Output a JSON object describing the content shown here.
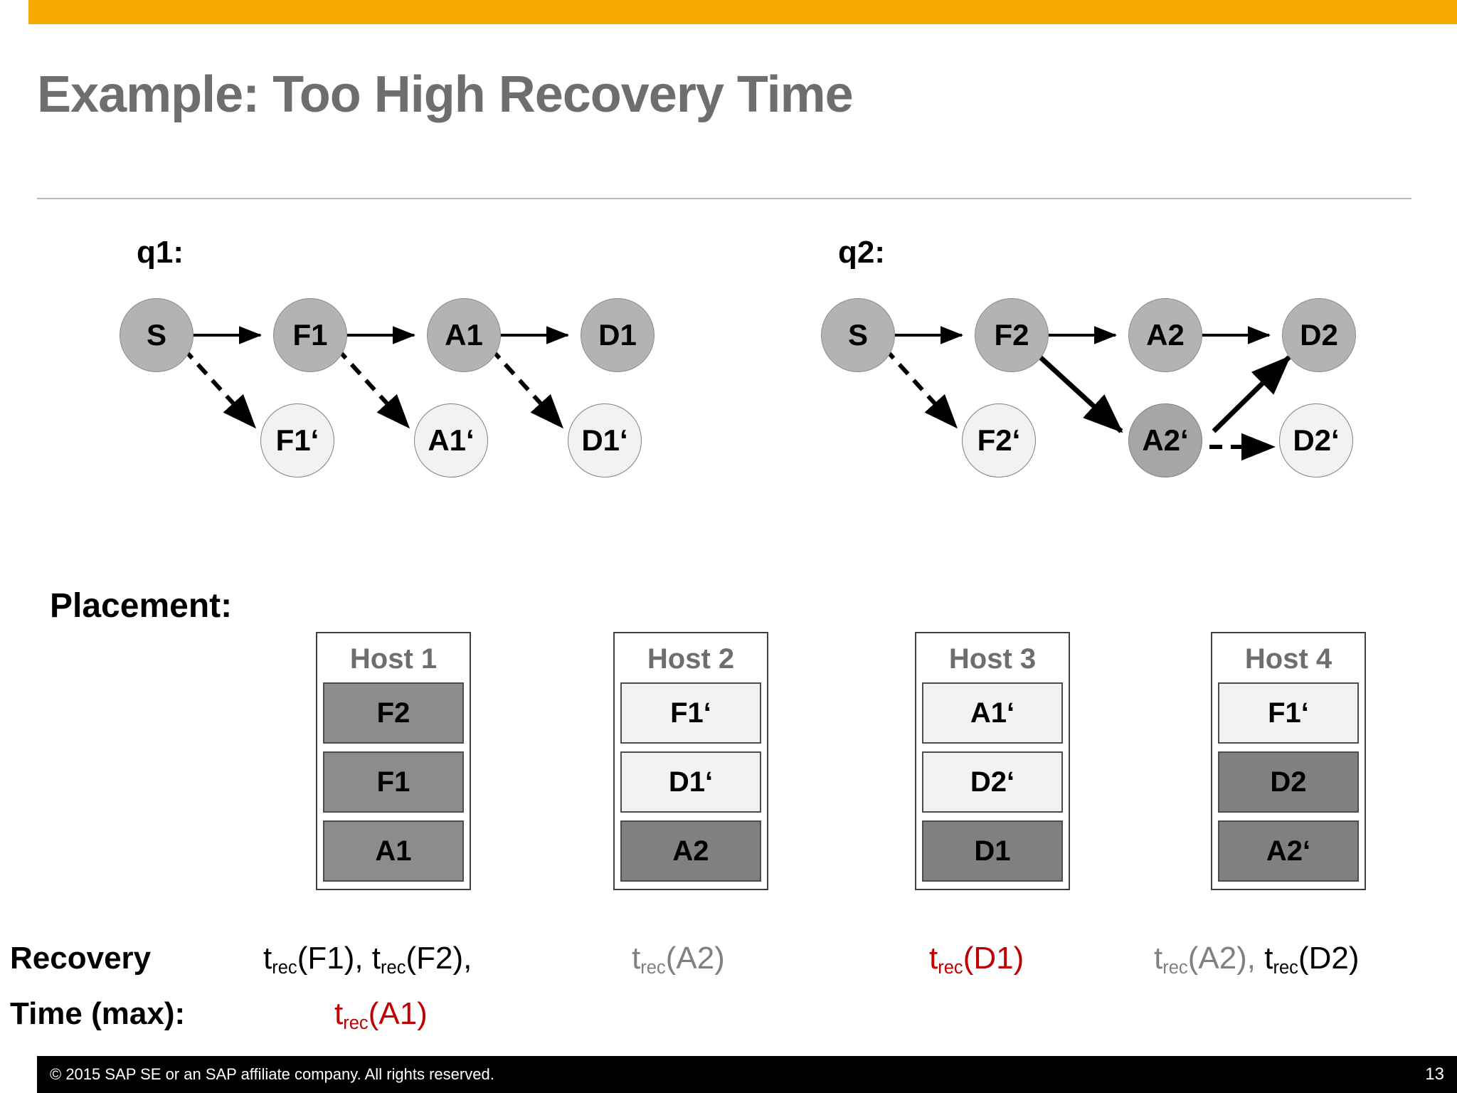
{
  "slide": {
    "title": "Example: Too High Recovery Time",
    "accent_color": "#f5a800",
    "title_color": "#6e6e6e"
  },
  "graphs": [
    {
      "label": "q1:",
      "nodes_top": [
        {
          "id": "q1-s",
          "text": "S",
          "style": "primary"
        },
        {
          "id": "q1-f1",
          "text": "F1",
          "style": "primary"
        },
        {
          "id": "q1-a1",
          "text": "A1",
          "style": "primary"
        },
        {
          "id": "q1-d1",
          "text": "D1",
          "style": "primary"
        }
      ],
      "nodes_bottom": [
        {
          "id": "q1-f1p",
          "text": "F1‘",
          "style": "replica"
        },
        {
          "id": "q1-a1p",
          "text": "A1‘",
          "style": "replica"
        },
        {
          "id": "q1-d1p",
          "text": "D1‘",
          "style": "replica"
        }
      ]
    },
    {
      "label": "q2:",
      "nodes_top": [
        {
          "id": "q2-s",
          "text": "S",
          "style": "primary"
        },
        {
          "id": "q2-f2",
          "text": "F2",
          "style": "primary"
        },
        {
          "id": "q2-a2",
          "text": "A2",
          "style": "primary"
        },
        {
          "id": "q2-d2",
          "text": "D2",
          "style": "primary"
        }
      ],
      "nodes_bottom": [
        {
          "id": "q2-f2p",
          "text": "F2‘",
          "style": "replica"
        },
        {
          "id": "q2-a2p",
          "text": "A2‘",
          "style": "replica-dark"
        },
        {
          "id": "q2-d2p",
          "text": "D2‘",
          "style": "replica"
        }
      ]
    }
  ],
  "placement": {
    "label": "Placement:",
    "hosts": [
      {
        "title": "Host 1",
        "slots": [
          {
            "text": "F2",
            "style": "primary-light"
          },
          {
            "text": "F1",
            "style": "primary-light"
          },
          {
            "text": "A1",
            "style": "primary-light"
          }
        ]
      },
      {
        "title": "Host 2",
        "slots": [
          {
            "text": "F1‘",
            "style": "replica"
          },
          {
            "text": "D1‘",
            "style": "replica"
          },
          {
            "text": "A2",
            "style": "primary"
          }
        ]
      },
      {
        "title": "Host 3",
        "slots": [
          {
            "text": "A1‘",
            "style": "replica"
          },
          {
            "text": "D2‘",
            "style": "replica"
          },
          {
            "text": "D1",
            "style": "primary"
          }
        ]
      },
      {
        "title": "Host 4",
        "slots": [
          {
            "text": "F1‘",
            "style": "replica"
          },
          {
            "text": "D2",
            "style": "primary"
          },
          {
            "text": "A2‘",
            "style": "primary"
          }
        ]
      }
    ]
  },
  "recovery": {
    "row1_label": "Recovery",
    "row2_label": "Time (max):",
    "cells": [
      {
        "id": "host1-line1",
        "parts": [
          {
            "t": "t",
            "sub": "rec",
            "tail": "(F1), ",
            "color": "black"
          },
          {
            "t": "t",
            "sub": "rec",
            "tail": "(F2),",
            "color": "black"
          }
        ]
      },
      {
        "id": "host1-line2",
        "parts": [
          {
            "t": "t",
            "sub": "rec",
            "tail": "(A1)",
            "color": "red"
          }
        ]
      },
      {
        "id": "host2-line1",
        "parts": [
          {
            "t": "t",
            "sub": "rec",
            "tail": "(A2)",
            "color": "grey"
          }
        ]
      },
      {
        "id": "host3-line1",
        "parts": [
          {
            "t": "t",
            "sub": "rec",
            "tail": "(D1)",
            "color": "red"
          }
        ]
      },
      {
        "id": "host4-line1",
        "parts": [
          {
            "t": "t",
            "sub": "rec",
            "tail": "(A2), ",
            "color": "grey"
          },
          {
            "t": "t",
            "sub": "rec",
            "tail": "(D2)",
            "color": "black"
          }
        ]
      }
    ],
    "colors": {
      "grey": "#808080",
      "red": "#c00000",
      "black": "#000000"
    }
  },
  "footer": {
    "copyright": "© 2015 SAP SE or an SAP affiliate company. All rights reserved.",
    "page_number": "13"
  }
}
